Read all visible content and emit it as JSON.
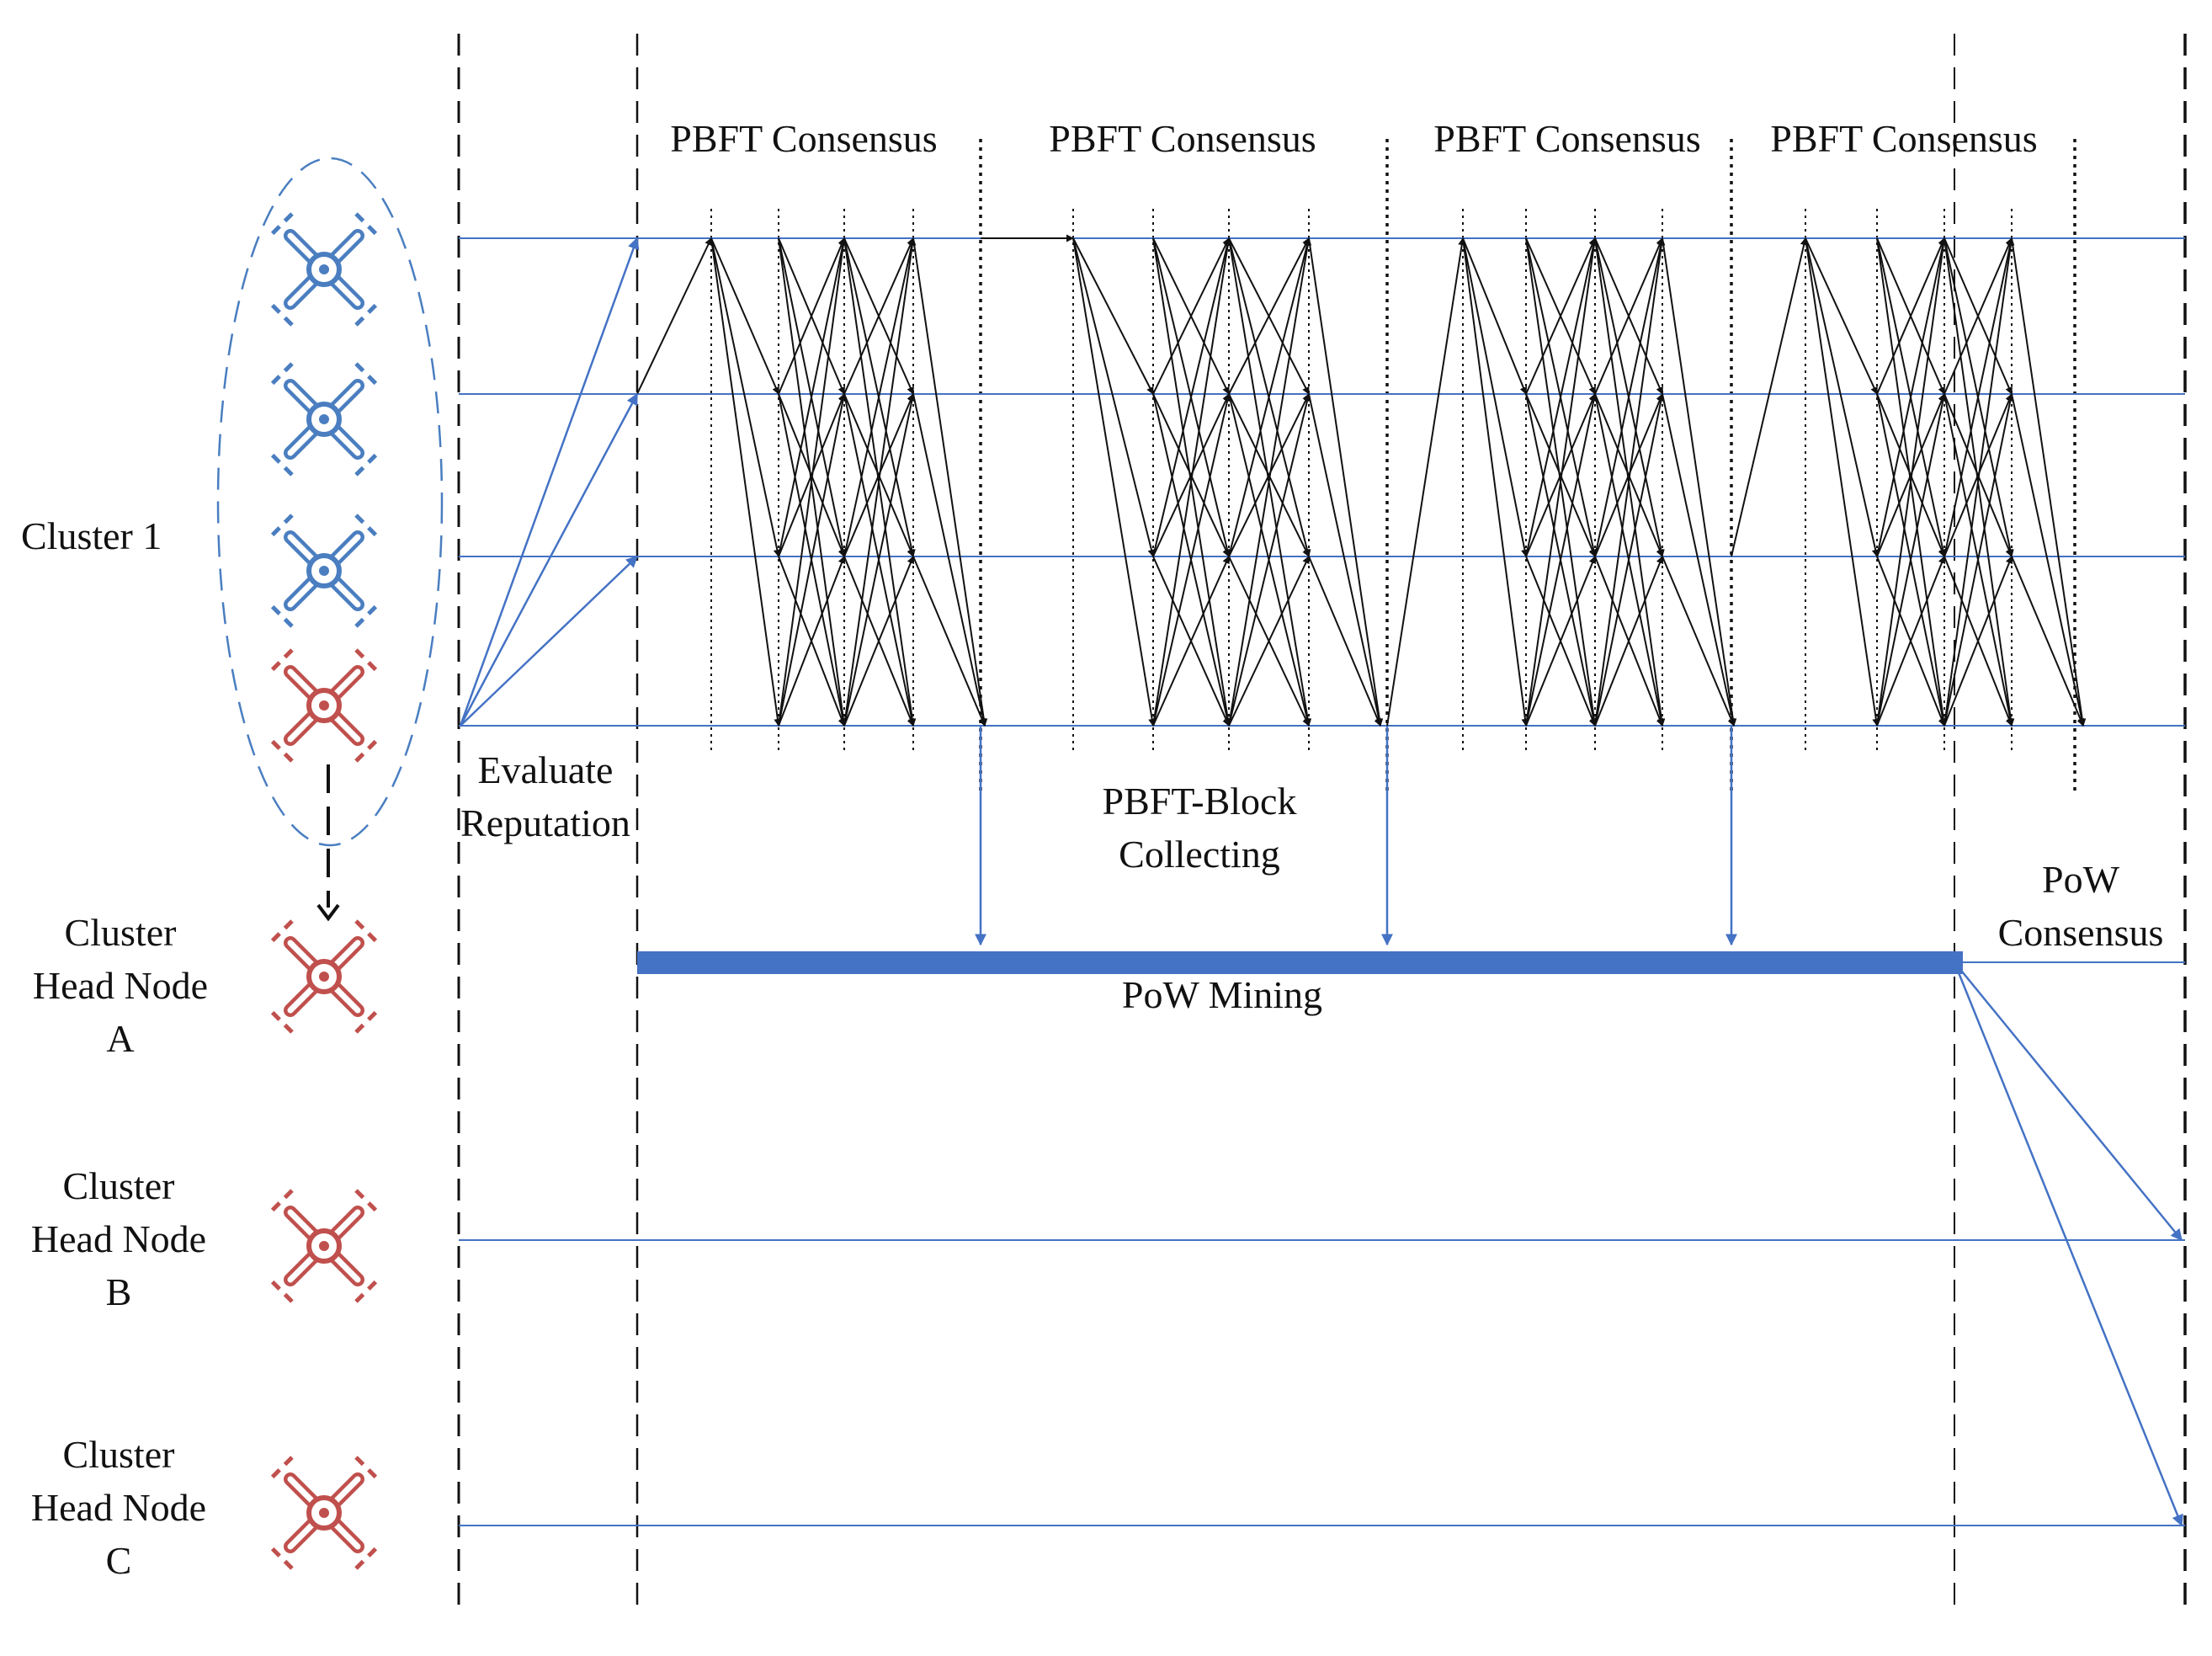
{
  "labels": {
    "cluster": "Cluster 1",
    "evaluate": [
      "Evaluate",
      "Reputation"
    ],
    "pbft_phases": [
      "PBFT Consensus",
      "PBFT Consensus",
      "PBFT Consensus",
      "PBFT Consensus"
    ],
    "pbft_block": [
      "PBFT-Block",
      "Collecting"
    ],
    "pow_mining": "PoW Mining",
    "pow_consensus": [
      "PoW",
      "Consensus"
    ],
    "heads": [
      [
        "Cluster",
        "Head Node",
        "A"
      ],
      [
        "Cluster",
        "Head Node",
        "B"
      ],
      [
        "Cluster",
        "Head Node",
        "C"
      ]
    ]
  },
  "nodes": {
    "cluster_members": [
      {
        "color": "#4a7ec0",
        "icon": "drone-icon"
      },
      {
        "color": "#4a7ec0",
        "icon": "drone-icon"
      },
      {
        "color": "#4a7ec0",
        "icon": "drone-icon"
      },
      {
        "color": "#c0504d",
        "icon": "drone-icon"
      }
    ],
    "cluster_heads": [
      {
        "color": "#c0504d",
        "icon": "drone-icon"
      },
      {
        "color": "#c0504d",
        "icon": "drone-icon"
      },
      {
        "color": "#c0504d",
        "icon": "drone-icon"
      }
    ]
  },
  "colors": {
    "timeline": "#4472c4",
    "message": "#111111",
    "member": "#4a7ec0",
    "head": "#c0504d",
    "pow_bar": "#4472c4"
  }
}
